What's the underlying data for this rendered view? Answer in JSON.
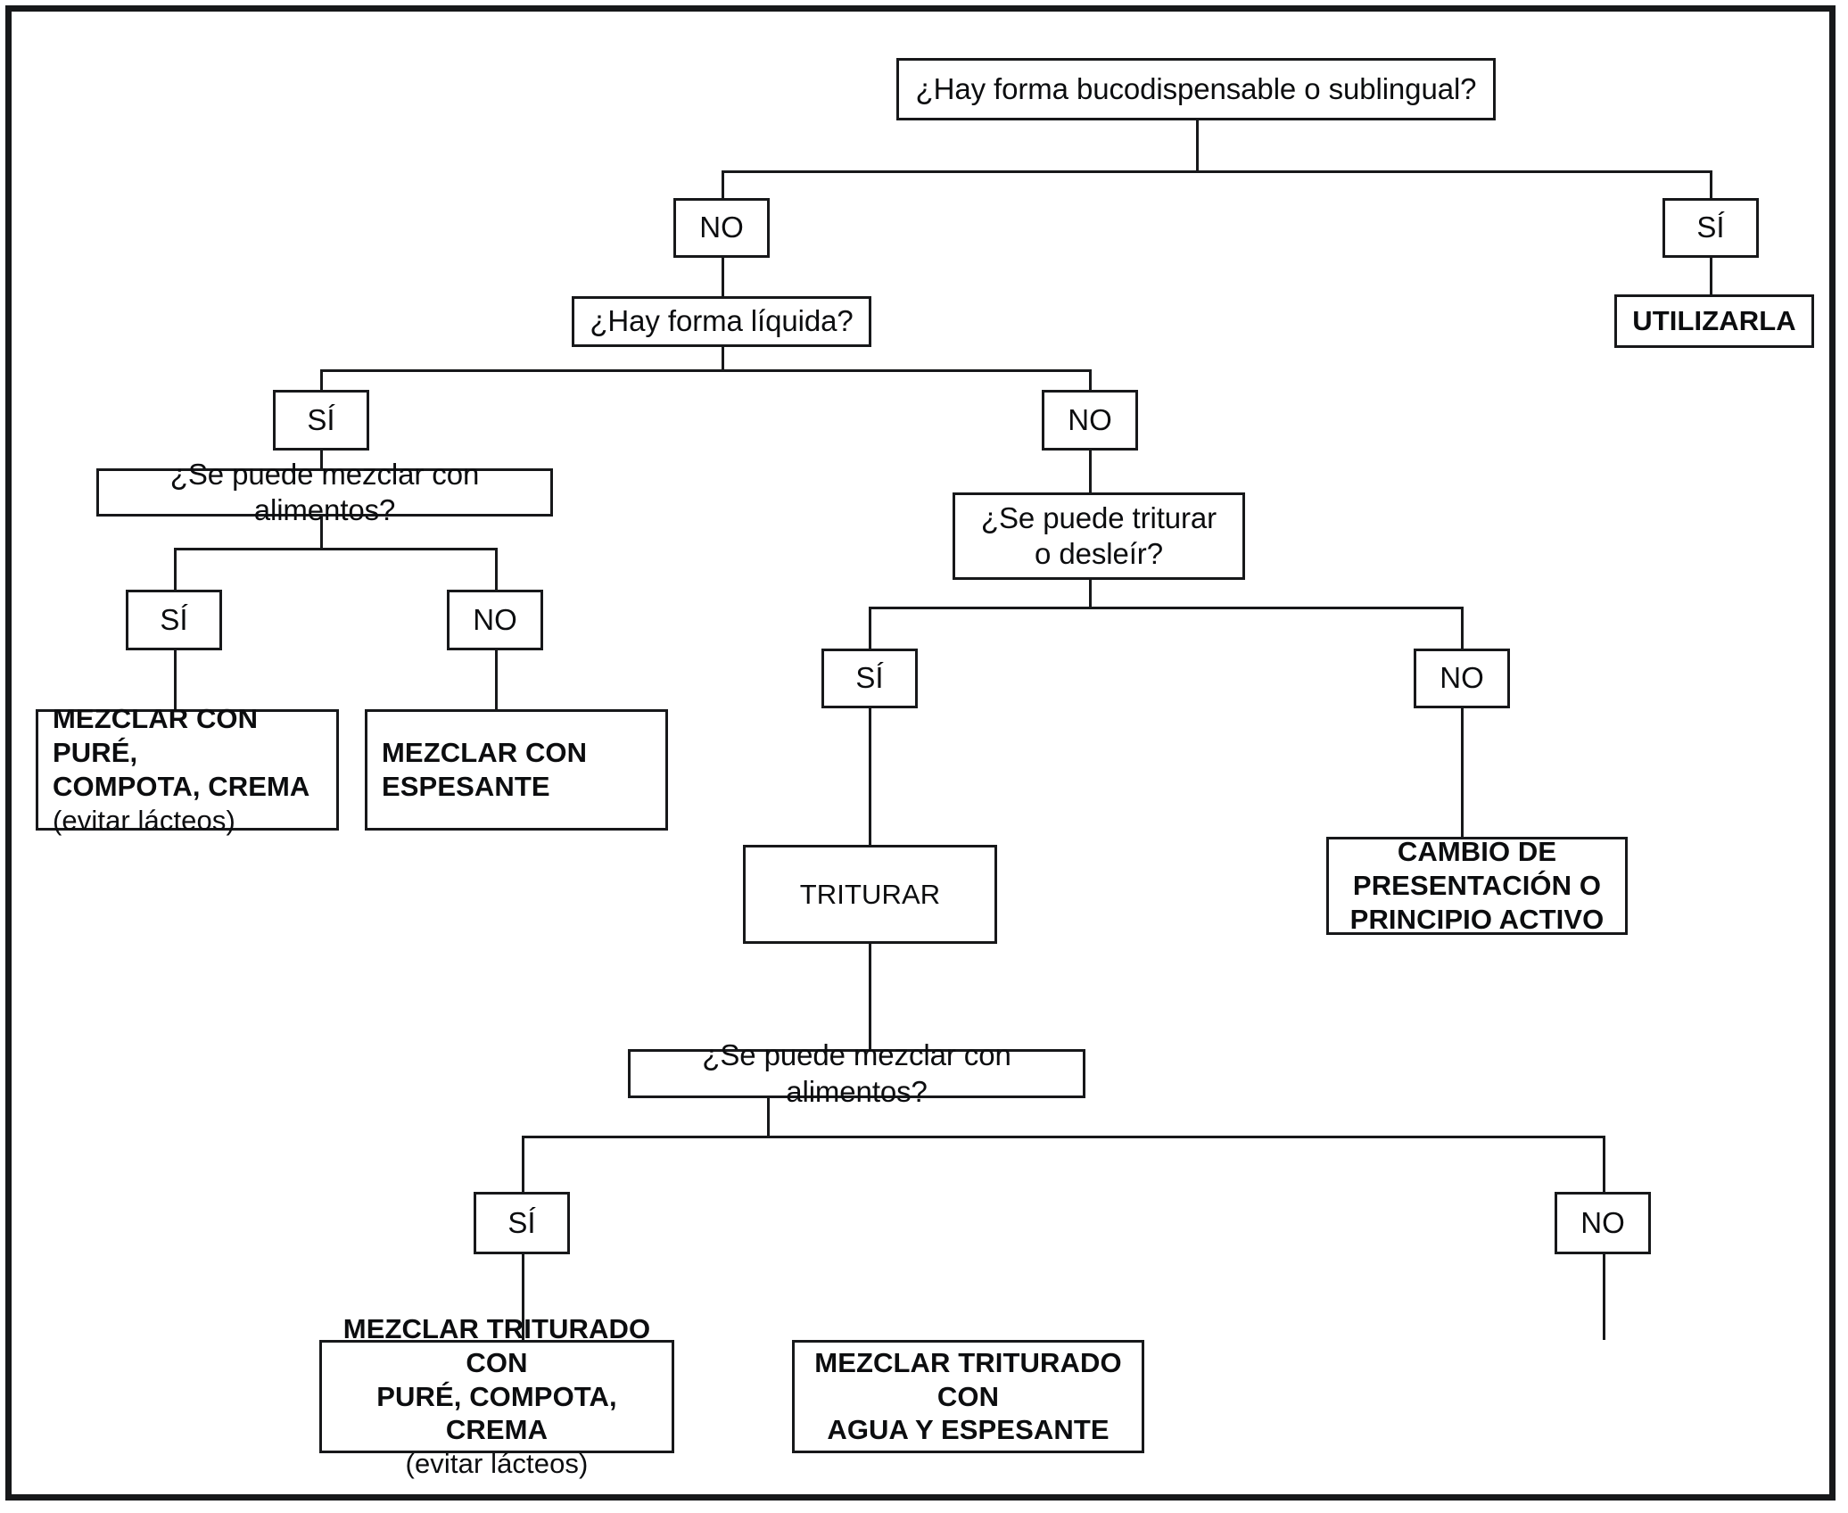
{
  "diagram": {
    "title": "Árbol de decisión para administración de medicamentos en disfagia",
    "type": "decision-tree",
    "colors": {
      "border": "#17181a",
      "background": "#ffffff",
      "text": "#0c0d0f"
    },
    "nodes": {
      "q_bucodispensable": {
        "label": "¿Hay forma bucodispensable o sublingual?",
        "kind": "question"
      },
      "a_buco_no": {
        "label": "NO",
        "kind": "answer"
      },
      "a_buco_si": {
        "label": "SÍ",
        "kind": "answer"
      },
      "act_utilizarla": {
        "label": "UTILIZARLA",
        "kind": "action"
      },
      "q_liquida": {
        "label": "¿Hay forma líquida?",
        "kind": "question"
      },
      "a_liq_si": {
        "label": "SÍ",
        "kind": "answer"
      },
      "a_liq_no": {
        "label": "NO",
        "kind": "answer"
      },
      "q_mezclar_1": {
        "label": "¿Se puede mezclar con alimentos?",
        "kind": "question"
      },
      "a_mez1_si": {
        "label": "SÍ",
        "kind": "answer"
      },
      "a_mez1_no": {
        "label": "NO",
        "kind": "answer"
      },
      "act_mezclar_pure": {
        "kind": "action",
        "lines": [
          "MEZCLAR CON PURÉ,",
          "COMPOTA, CREMA"
        ],
        "sub": "(evitar lácteos)"
      },
      "act_mezclar_espesante": {
        "kind": "action",
        "lines": [
          "MEZCLAR CON",
          "ESPESANTE"
        ]
      },
      "q_triturar": {
        "kind": "question",
        "lines": [
          "¿Se puede triturar",
          "o desleír?"
        ]
      },
      "a_trit_si": {
        "label": "SÍ",
        "kind": "answer"
      },
      "a_trit_no": {
        "label": "NO",
        "kind": "answer"
      },
      "act_triturar": {
        "label": "TRITURAR",
        "kind": "action"
      },
      "act_cambio": {
        "kind": "action",
        "lines": [
          "CAMBIO DE",
          "PRESENTACIÓN O",
          "PRINCIPIO ACTIVO"
        ]
      },
      "q_mezclar_2": {
        "label": "¿Se puede mezclar con alimentos?",
        "kind": "question"
      },
      "a_mez2_si": {
        "label": "SÍ",
        "kind": "answer"
      },
      "a_mez2_no": {
        "label": "NO",
        "kind": "answer"
      },
      "act_mezclar_trit_pure": {
        "kind": "action",
        "lines": [
          "MEZCLAR TRITURADO CON",
          "PURÉ, COMPOTA, CREMA"
        ],
        "sub": "(evitar lácteos)"
      },
      "act_mezclar_trit_agua": {
        "kind": "action",
        "lines": [
          "MEZCLAR TRITURADO CON",
          "AGUA Y ESPESANTE"
        ]
      }
    }
  }
}
